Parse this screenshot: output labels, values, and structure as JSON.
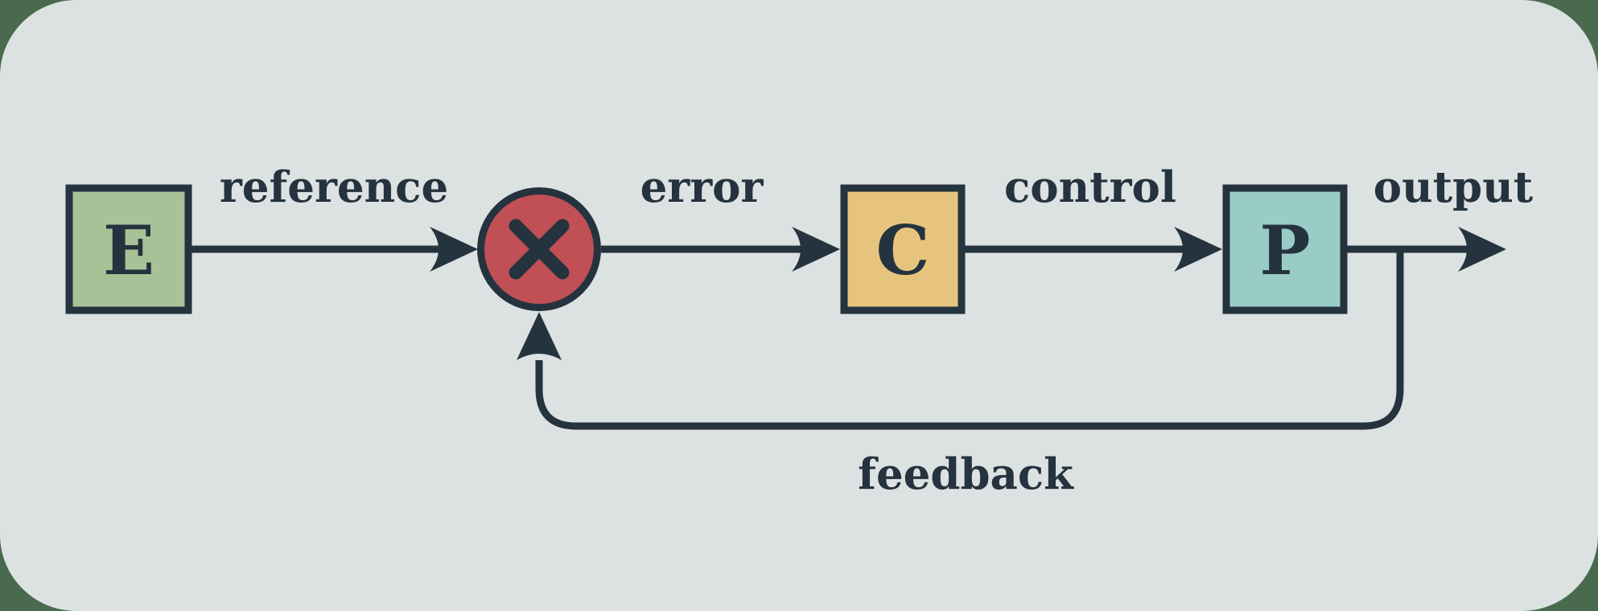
{
  "colors": {
    "page_bg": "#4a6a4e",
    "panel_bg": "#dce2e1",
    "ink": "#24333e",
    "encoder_fill": "#a8c298",
    "sum_fill": "#c04f56",
    "controller_fill": "#e7c47d",
    "plant_fill": "#9accc7"
  },
  "nodes": {
    "encoder": {
      "label": "E"
    },
    "sum": {
      "symbol": "×"
    },
    "controller": {
      "label": "C"
    },
    "plant": {
      "label": "P"
    }
  },
  "labels": {
    "reference": "reference",
    "error": "error",
    "control": "control",
    "output": "output",
    "feedback": "feedback"
  }
}
